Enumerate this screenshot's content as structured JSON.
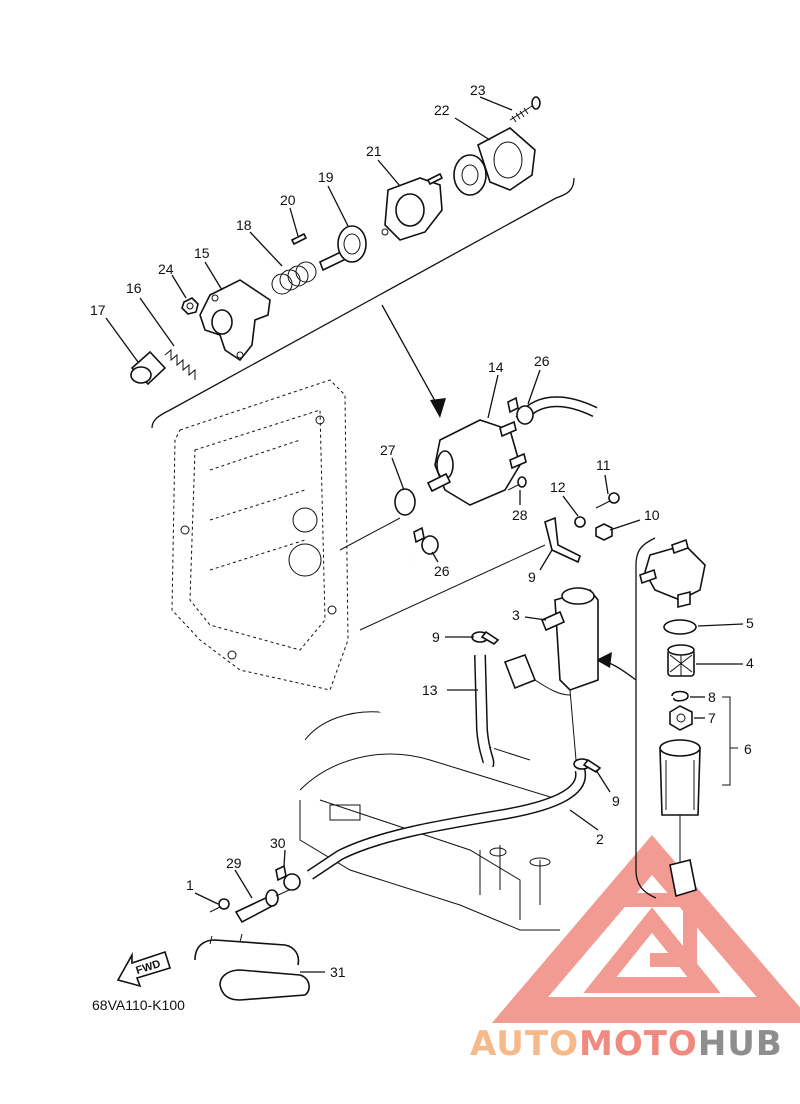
{
  "diagram": {
    "code": "68VA110-K100",
    "fwd_label": "FWD",
    "callouts": [
      "1",
      "2",
      "3",
      "4",
      "5",
      "6",
      "7",
      "8",
      "9",
      "9",
      "10",
      "11",
      "12",
      "13",
      "14",
      "15",
      "16",
      "17",
      "18",
      "19",
      "20",
      "21",
      "22",
      "23",
      "24",
      "25",
      "26",
      "26",
      "27",
      "28",
      "29",
      "30",
      "31"
    ]
  },
  "watermark": {
    "part1": "AUTO",
    "part2": "MOTO",
    "part3": "HUB",
    "colors": {
      "orange": "#f6b98a",
      "red": "#f08a80",
      "gray": "#8e8e8e"
    }
  }
}
